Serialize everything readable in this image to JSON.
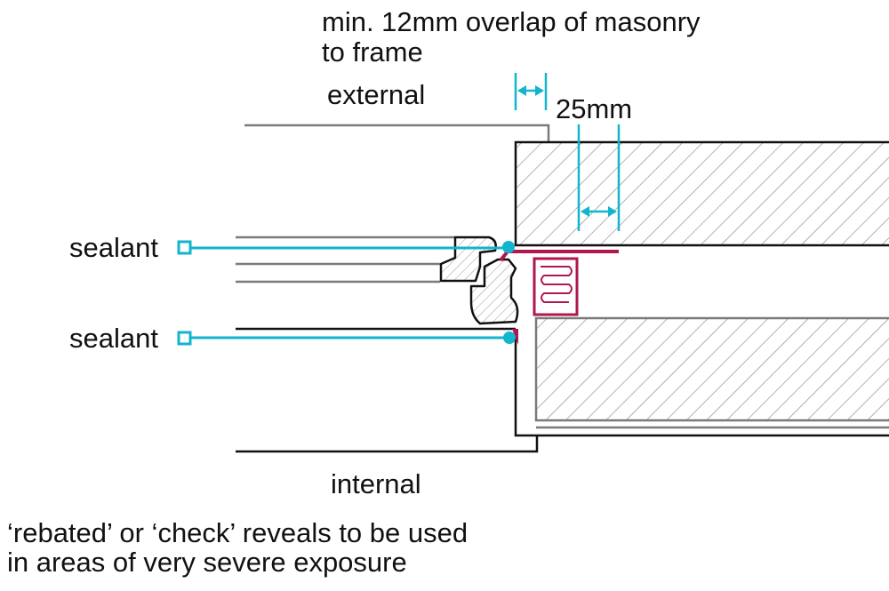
{
  "labels": {
    "overlap_line1": "min. 12mm overlap of masonry",
    "overlap_line2": "to frame",
    "external": "external",
    "dimension_25": "25mm",
    "sealant_top": "sealant",
    "sealant_bottom": "sealant",
    "internal": "internal",
    "note_line1": "‘rebated’ or ‘check’ reveals to be used",
    "note_line2": "in areas of very severe exposure"
  },
  "colors": {
    "callout": "#12b5cc",
    "dpc": "#b01650",
    "outline": "#111111",
    "grey_line": "#7a7a7a",
    "hatch": "#888888"
  }
}
